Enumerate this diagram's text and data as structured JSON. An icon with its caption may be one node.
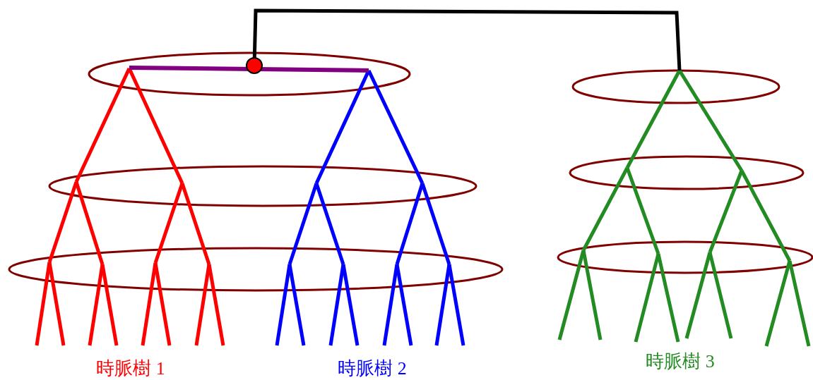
{
  "diagram": {
    "labels": [
      "時脈樹 1",
      "時脈樹 2",
      "時脈樹 3"
    ]
  }
}
